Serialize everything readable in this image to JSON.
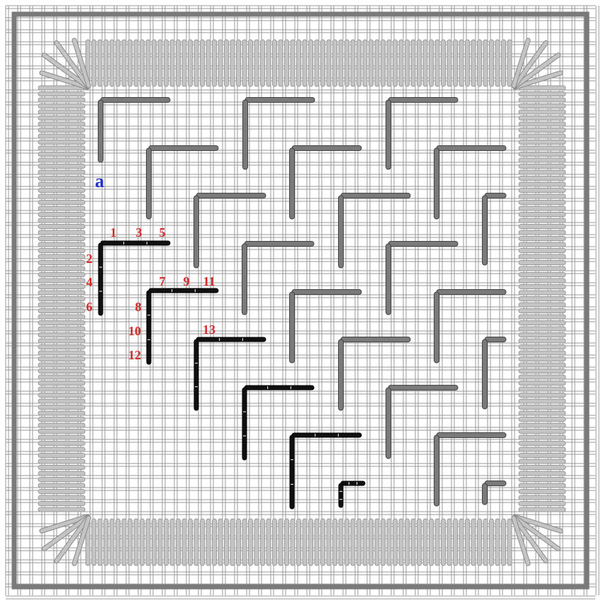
{
  "diagram": {
    "corner_label": "a",
    "step_numbers": [
      "1",
      "3",
      "5",
      "2",
      "4",
      "6",
      "7",
      "9",
      "11",
      "8",
      "10",
      "12",
      "13"
    ]
  },
  "colors": {
    "grid": "#9a9a9a",
    "grey_stitch": "#7a7a7a",
    "pale_stitch": "#c4c4c4",
    "dark_stitch": "#111111",
    "numbers": "#d62a2a",
    "corner_label": "#2233cc"
  }
}
